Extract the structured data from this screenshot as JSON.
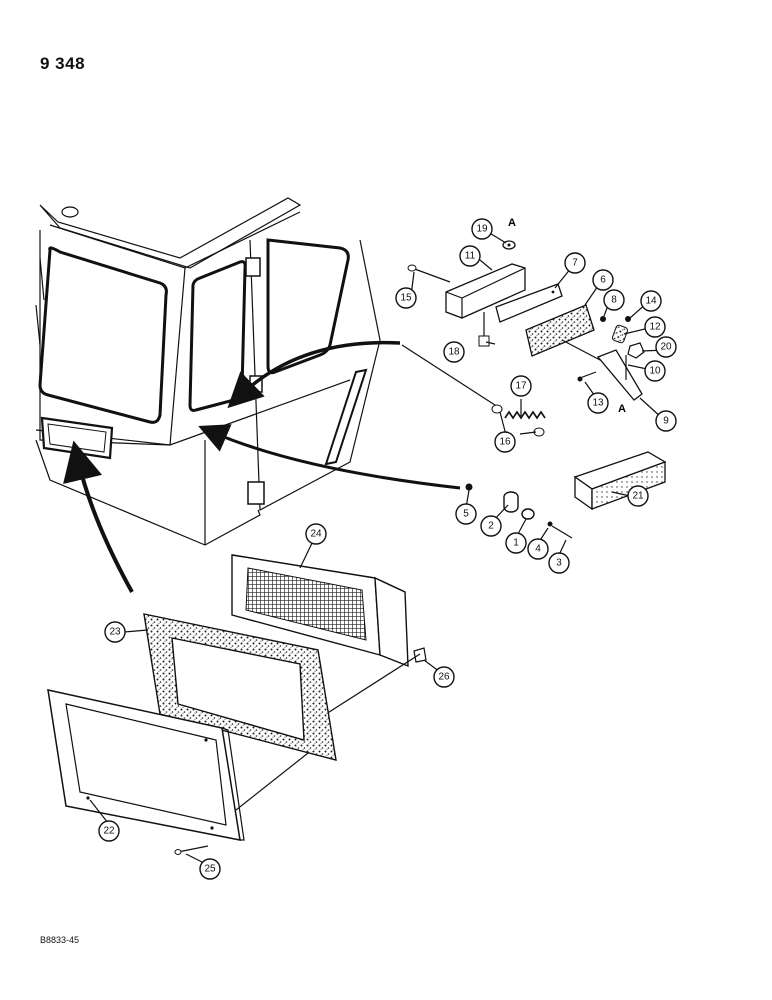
{
  "page_number": "9 348",
  "figure_code": "B8833-45",
  "callouts": [
    "1",
    "2",
    "3",
    "4",
    "5",
    "6",
    "7",
    "8",
    "9",
    "10",
    "11",
    "12",
    "13",
    "14",
    "15",
    "16",
    "17",
    "18",
    "19",
    "20",
    "21",
    "22",
    "23",
    "24",
    "25",
    "26"
  ],
  "ref_labels": [
    "A",
    "A"
  ],
  "colors": {
    "ink": "#111111",
    "paper": "#ffffff"
  }
}
